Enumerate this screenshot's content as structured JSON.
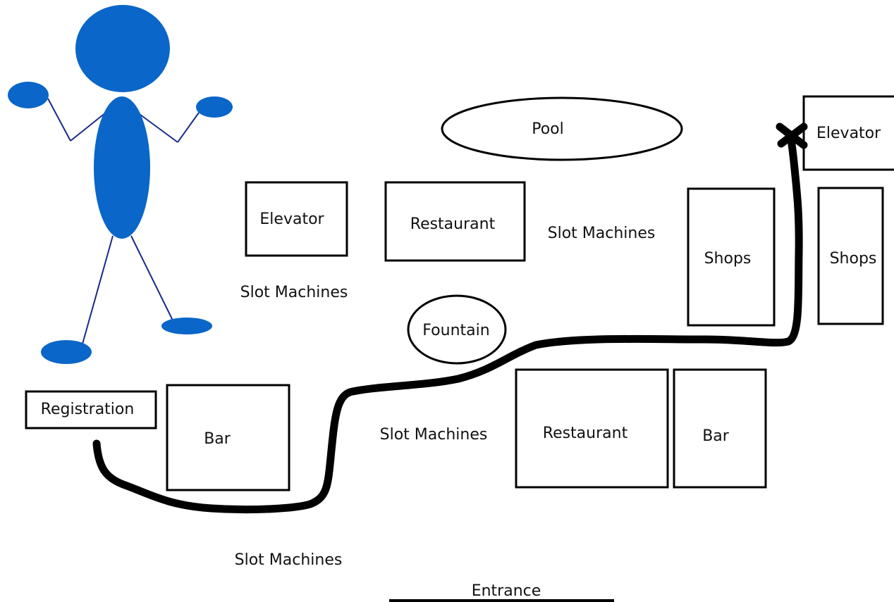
{
  "labels": {
    "pool": "Pool",
    "elevator_left": "Elevator",
    "elevator_right": "Elevator",
    "restaurant_top": "Restaurant",
    "restaurant_bottom": "Restaurant",
    "slot_top_right": "Slot Machines",
    "slot_left": "Slot Machines",
    "slot_middle": "Slot Machines",
    "slot_bottom": "Slot Machines",
    "shops_left": "Shops",
    "shops_right": "Shops",
    "fountain": "Fountain",
    "registration": "Registration",
    "bar_left": "Bar",
    "bar_right": "Bar",
    "entrance": "Entrance"
  },
  "colors": {
    "figure": "#0a66c8",
    "figure_limbs": "#1a2a8a",
    "route": "#000000"
  }
}
